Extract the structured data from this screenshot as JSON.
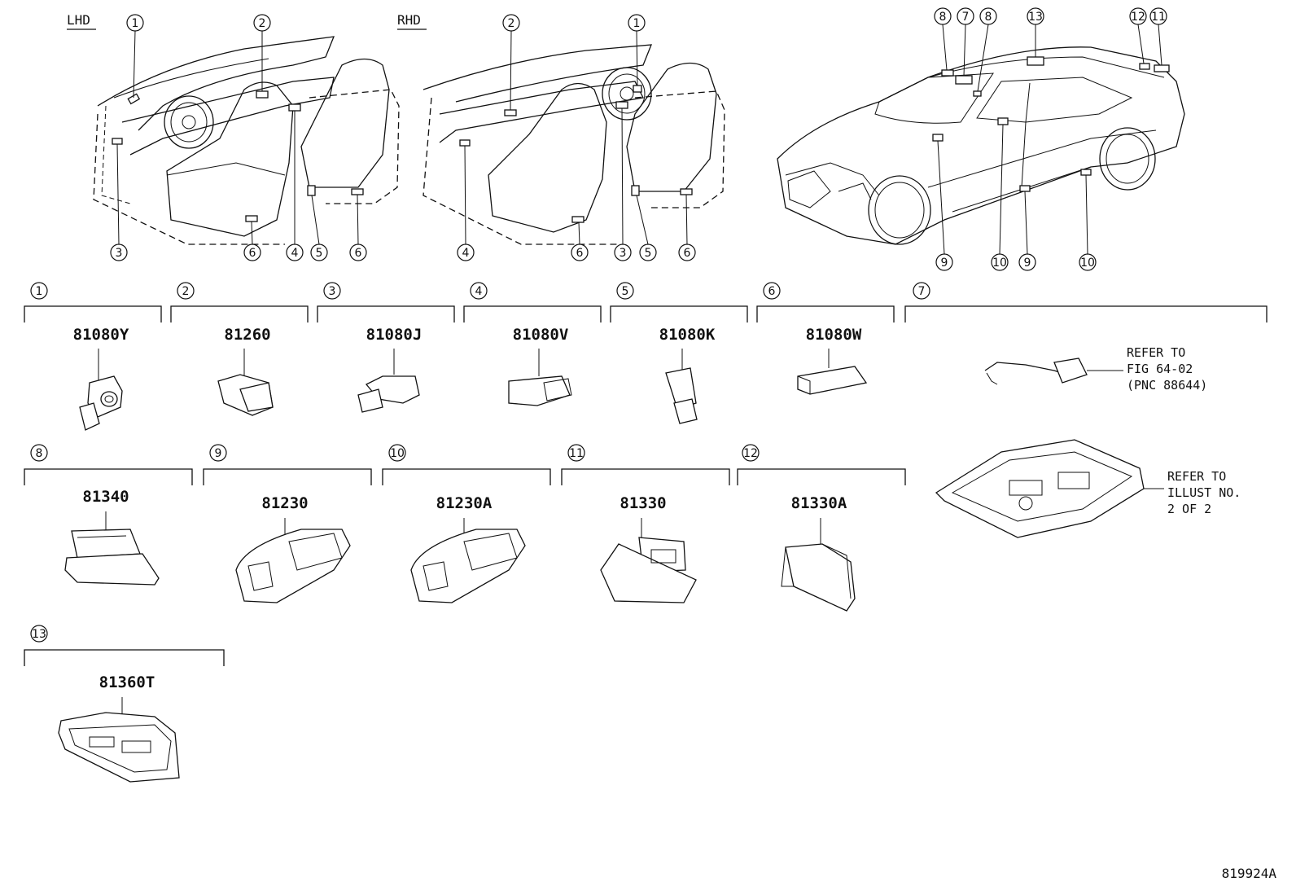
{
  "views": {
    "lhd_label": "LHD",
    "rhd_label": "RHD"
  },
  "callouts": {
    "lhd": [
      "1",
      "2",
      "3",
      "4",
      "5",
      "6",
      "6"
    ],
    "rhd": [
      "2",
      "1",
      "4",
      "6",
      "3",
      "5",
      "6"
    ],
    "car": [
      "8",
      "7",
      "8",
      "13",
      "12",
      "11",
      "9",
      "10",
      "9",
      "10"
    ]
  },
  "groups": [
    {
      "num": "1",
      "part": "81080Y"
    },
    {
      "num": "2",
      "part": "81260"
    },
    {
      "num": "3",
      "part": "81080J"
    },
    {
      "num": "4",
      "part": "81080V"
    },
    {
      "num": "5",
      "part": "81080K"
    },
    {
      "num": "6",
      "part": "81080W"
    },
    {
      "num": "7",
      "part": ""
    },
    {
      "num": "8",
      "part": "81340"
    },
    {
      "num": "9",
      "part": "81230"
    },
    {
      "num": "10",
      "part": "81230A"
    },
    {
      "num": "11",
      "part": "81330"
    },
    {
      "num": "12",
      "part": "81330A"
    },
    {
      "num": "13",
      "part": "81360T"
    }
  ],
  "notes": {
    "ref1": [
      "REFER TO",
      "FIG 64-02",
      "(PNC 88644)"
    ],
    "ref2": [
      "REFER TO",
      "ILLUST NO.",
      "2 OF 2"
    ]
  },
  "figure_id": "819924A"
}
